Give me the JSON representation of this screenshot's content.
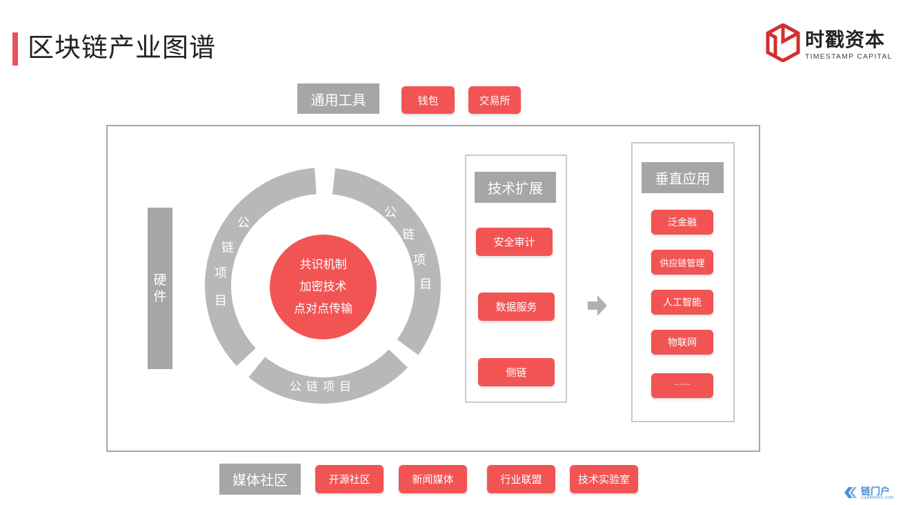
{
  "page": {
    "title": "区块链产业图谱"
  },
  "brand": {
    "name": "时戳资本",
    "subtitle": "TIMESTAMP CAPITAL",
    "color": "#d32f2f",
    "icon": "hexagon-cube-logo"
  },
  "general_tools": {
    "label": "通用工具",
    "items": [
      "钱包",
      "交易所"
    ]
  },
  "hardware": {
    "label_lines": [
      "硬",
      "件"
    ]
  },
  "ring": {
    "left_chars": [
      "公",
      "链",
      "项",
      "目"
    ],
    "right_chars": [
      "公",
      "链",
      "项",
      "目"
    ],
    "bottom_text": "公链项目",
    "core_lines": [
      "共识机制",
      "加密技术",
      "点对点传输"
    ]
  },
  "tech_extension": {
    "label": "技术扩展",
    "items": [
      "安全审计",
      "数据服务",
      "侧链"
    ]
  },
  "vertical_apps": {
    "label": "垂直应用",
    "items": [
      "泛金融",
      "供应链管理",
      "人工智能",
      "物联网",
      "……"
    ]
  },
  "media_community": {
    "label": "媒体社区",
    "items": [
      "开源社区",
      "新闻媒体",
      "行业联盟",
      "技术实验室"
    ]
  },
  "watermark": {
    "name": "链门户",
    "sub": "LIANMENHU.COM",
    "color": "#4a90d9"
  },
  "colors": {
    "accent_red": "#f25454",
    "label_gray": "#a6a6a6",
    "ring_gray": "#b8b8b8",
    "title_bar": "#e8505b"
  }
}
